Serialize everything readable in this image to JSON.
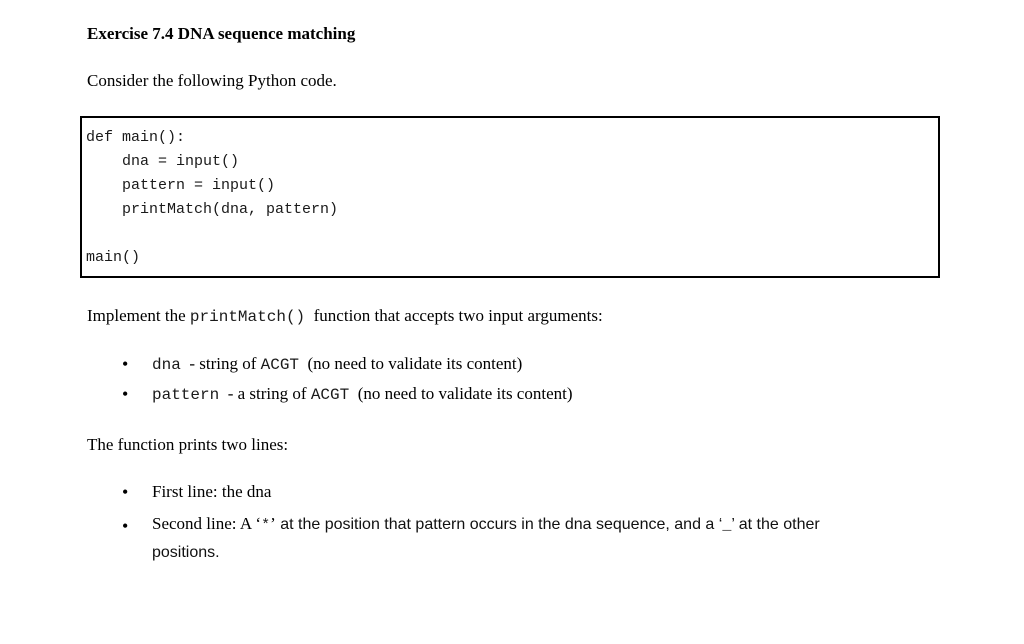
{
  "document": {
    "title": "Exercise 7.4 DNA sequence matching",
    "intro": "Consider the following Python code.",
    "code": {
      "lines": [
        "def main():",
        "    dna = input()",
        "    pattern = input()",
        "    printMatch(dna, pattern)",
        "",
        "main()"
      ]
    },
    "implement": {
      "pre": "Implement the ",
      "func": "printMatch()",
      "post": "  function that accepts two input arguments:"
    },
    "args": [
      {
        "name": "dna",
        "mid": "  - string of ",
        "type": "ACGT",
        "tail": "  (no need to validate its content)"
      },
      {
        "name": "pattern",
        "mid": "  - a string of ",
        "type": "ACGT",
        "tail": "  (no need to validate its content)"
      }
    ],
    "prints_heading": "The function prints two lines:",
    "prints": {
      "first": "First line: the dna",
      "second": {
        "lead": "Second line: A ",
        "oq1": "‘",
        "star": "*",
        "cq1": "’",
        "mid": " at the position that pattern occurs in the dna sequence, and a ",
        "oq2": "‘",
        "underscore": "_",
        "cq2": "’",
        "tail": " at the other",
        "cont": "positions."
      }
    },
    "colors": {
      "text": "#000000",
      "background": "#ffffff",
      "code_border": "#000000"
    }
  }
}
